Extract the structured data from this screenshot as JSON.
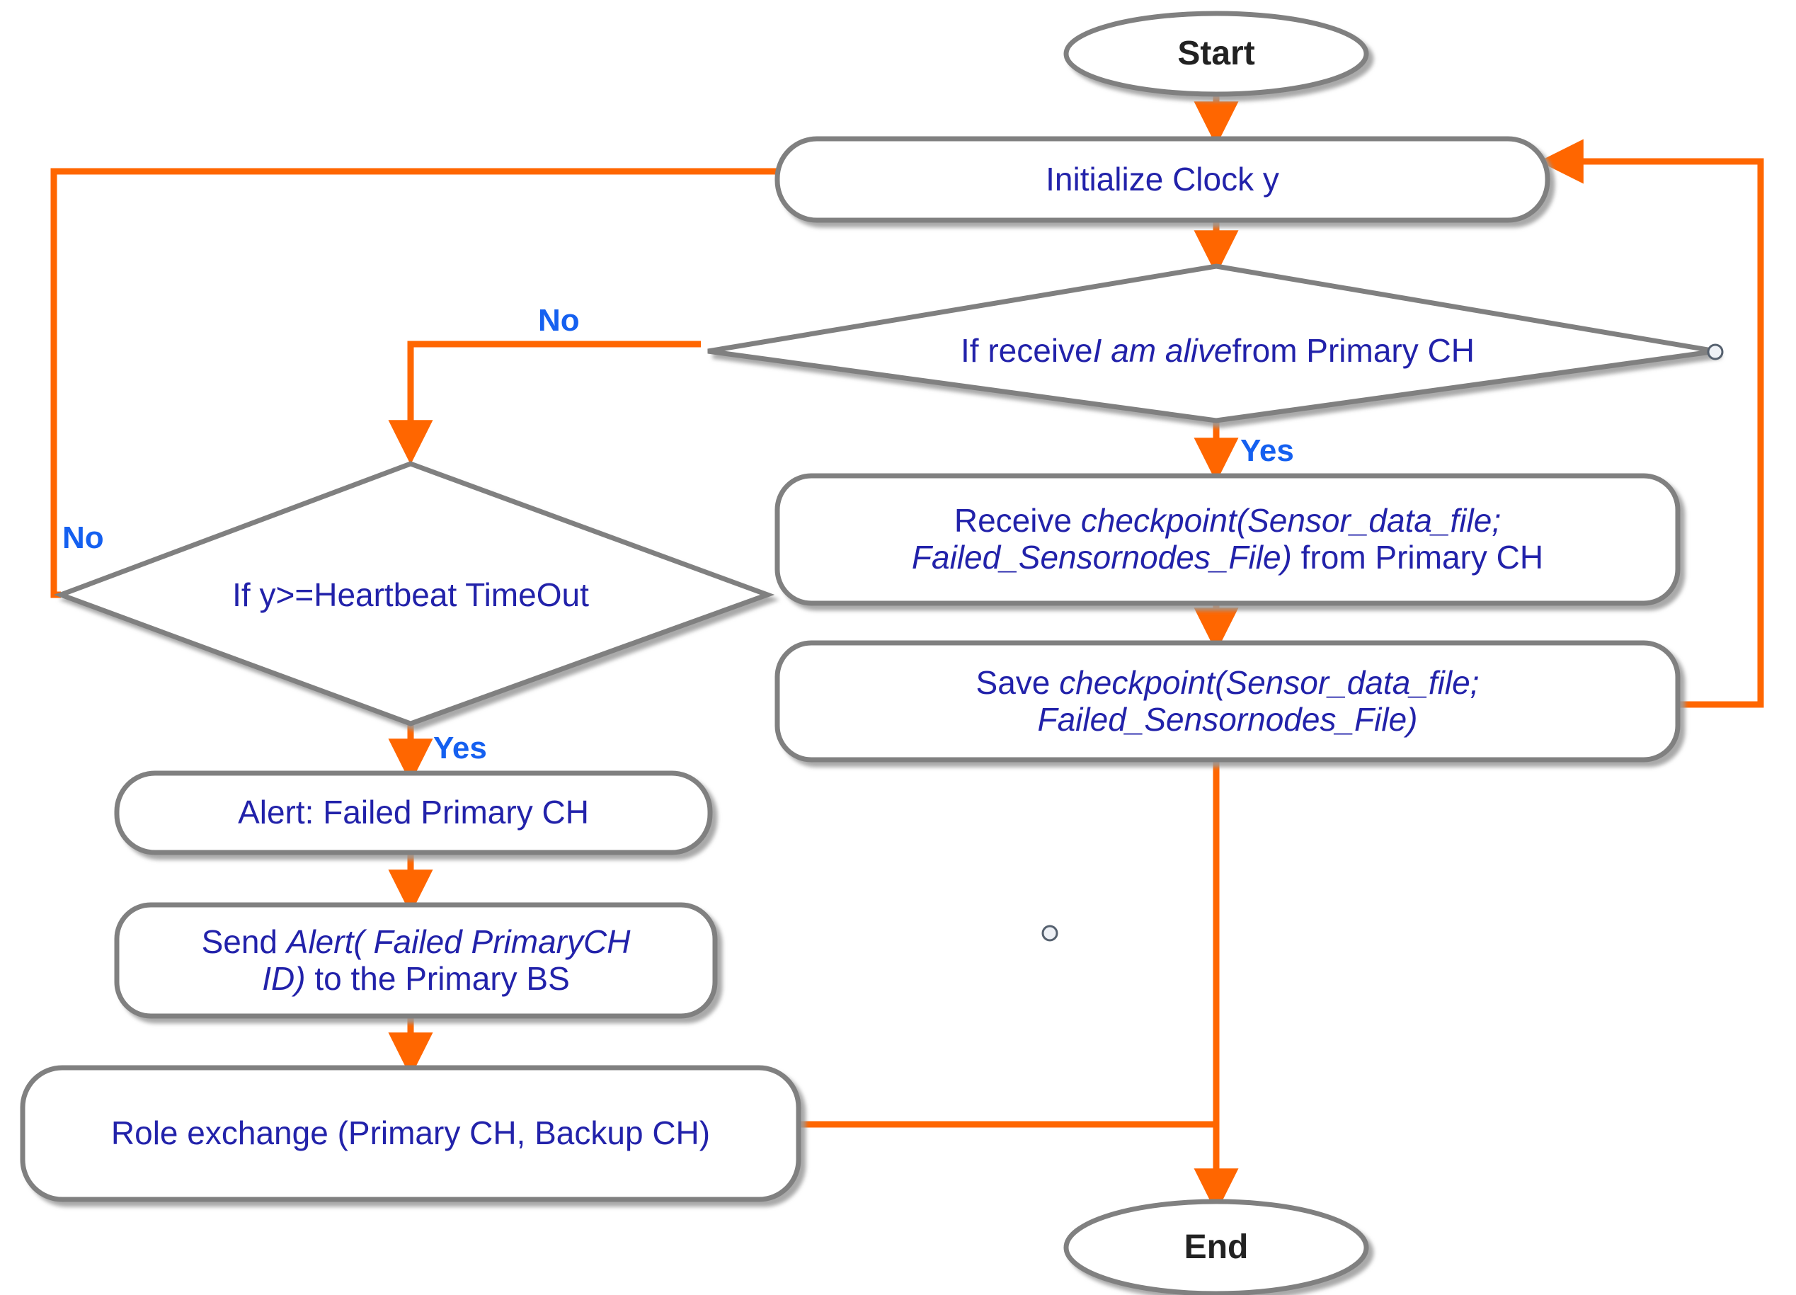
{
  "diagram": {
    "title": "Backup Cluster Head heartbeat monitoring flowchart",
    "colors": {
      "arrow": "#FF6600",
      "node_stroke": "#808080",
      "node_fill": "#FFFFFF",
      "node_text": "#2222AA",
      "terminal_text": "#222222",
      "edge_label": "#1560F0",
      "shadow": "#B0B0B0"
    },
    "nodes": {
      "start": {
        "label": "Start",
        "shape": "ellipse"
      },
      "init_clock": {
        "label": "Initialize Clock y",
        "shape": "rounded-rect"
      },
      "decision_alive": {
        "shape": "diamond",
        "text_before": "If receive ",
        "text_italic": "I am alive",
        "text_after": " from Primary CH",
        "full_label": "If receive I am alive from Primary CH"
      },
      "decision_timeout": {
        "shape": "diamond",
        "full_label": "If y>=Heartbeat TimeOut"
      },
      "receive_checkpoint": {
        "shape": "rounded-rect",
        "line1_before": "Receive ",
        "line1_italic": "checkpoint(Sensor_data_file;",
        "line2_italic": "Failed_Sensornodes_File)",
        "line2_after": " from Primary CH",
        "full_label": "Receive checkpoint(Sensor_data_file; Failed_Sensornodes_File) from Primary CH"
      },
      "save_checkpoint": {
        "shape": "rounded-rect",
        "line1_before": "Save ",
        "line1_italic": "checkpoint(Sensor_data_file;",
        "line2_italic": "Failed_Sensornodes_File)",
        "full_label": "Save checkpoint(Sensor_data_file; Failed_Sensornodes_File)"
      },
      "alert_failed": {
        "shape": "rounded-rect",
        "full_label": "Alert: Failed Primary CH"
      },
      "send_alert": {
        "shape": "rounded-rect",
        "line1_before": "Send ",
        "line1_italic": "Alert( Failed PrimaryCH",
        "line2_italic": "ID)",
        "line2_after": " to the Primary BS",
        "full_label": "Send Alert( Failed PrimaryCH ID) to the Primary BS"
      },
      "role_exchange": {
        "shape": "rounded-rect",
        "full_label": "Role exchange (Primary CH, Backup CH)"
      },
      "end": {
        "label": "End",
        "shape": "ellipse"
      }
    },
    "edge_labels": {
      "alive_no": "No",
      "alive_yes": "Yes",
      "timeout_no": "No",
      "timeout_yes": "Yes"
    }
  }
}
